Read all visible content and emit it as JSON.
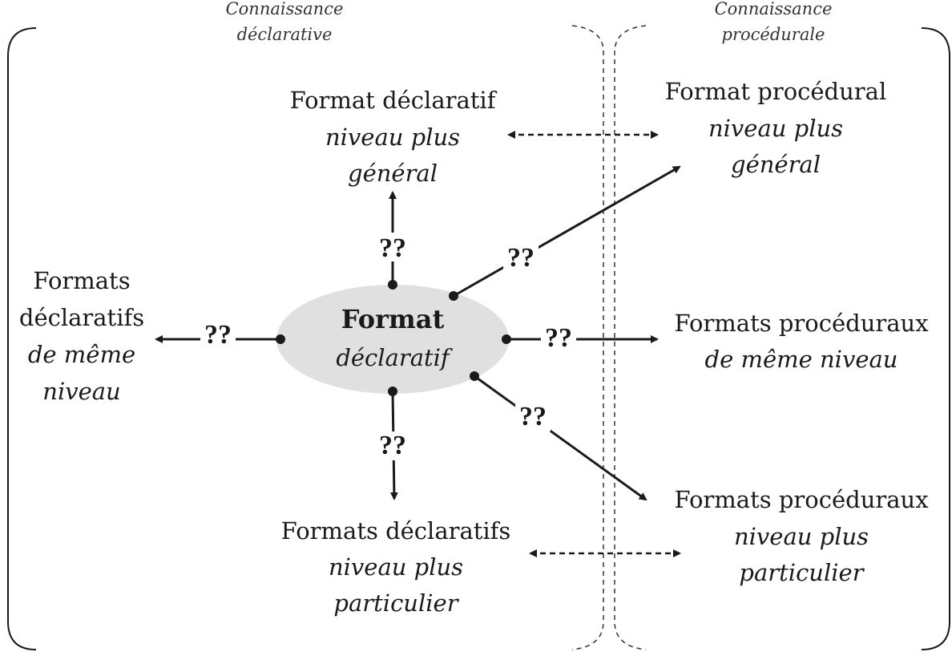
{
  "headers": {
    "left": [
      "Connaissance",
      "déclarative"
    ],
    "right": [
      "Connaissance",
      "procédurale"
    ]
  },
  "center": {
    "title": "Format",
    "subtitle": "déclaratif",
    "fill": "#e0e0e0"
  },
  "nodes": {
    "top_left": [
      "Format déclaratif",
      "niveau plus",
      "général"
    ],
    "top_right": [
      "Format procédural",
      "niveau plus",
      "général"
    ],
    "left": [
      "Formats",
      "déclaratifs",
      "de même",
      "niveau"
    ],
    "right": [
      "Formats procéduraux",
      "de même niveau"
    ],
    "bottom_left": [
      "Formats déclaratifs",
      "niveau plus",
      "particulier"
    ],
    "bottom_right": [
      "Formats procéduraux",
      "niveau plus",
      "particulier"
    ]
  },
  "edge_label": "??"
}
